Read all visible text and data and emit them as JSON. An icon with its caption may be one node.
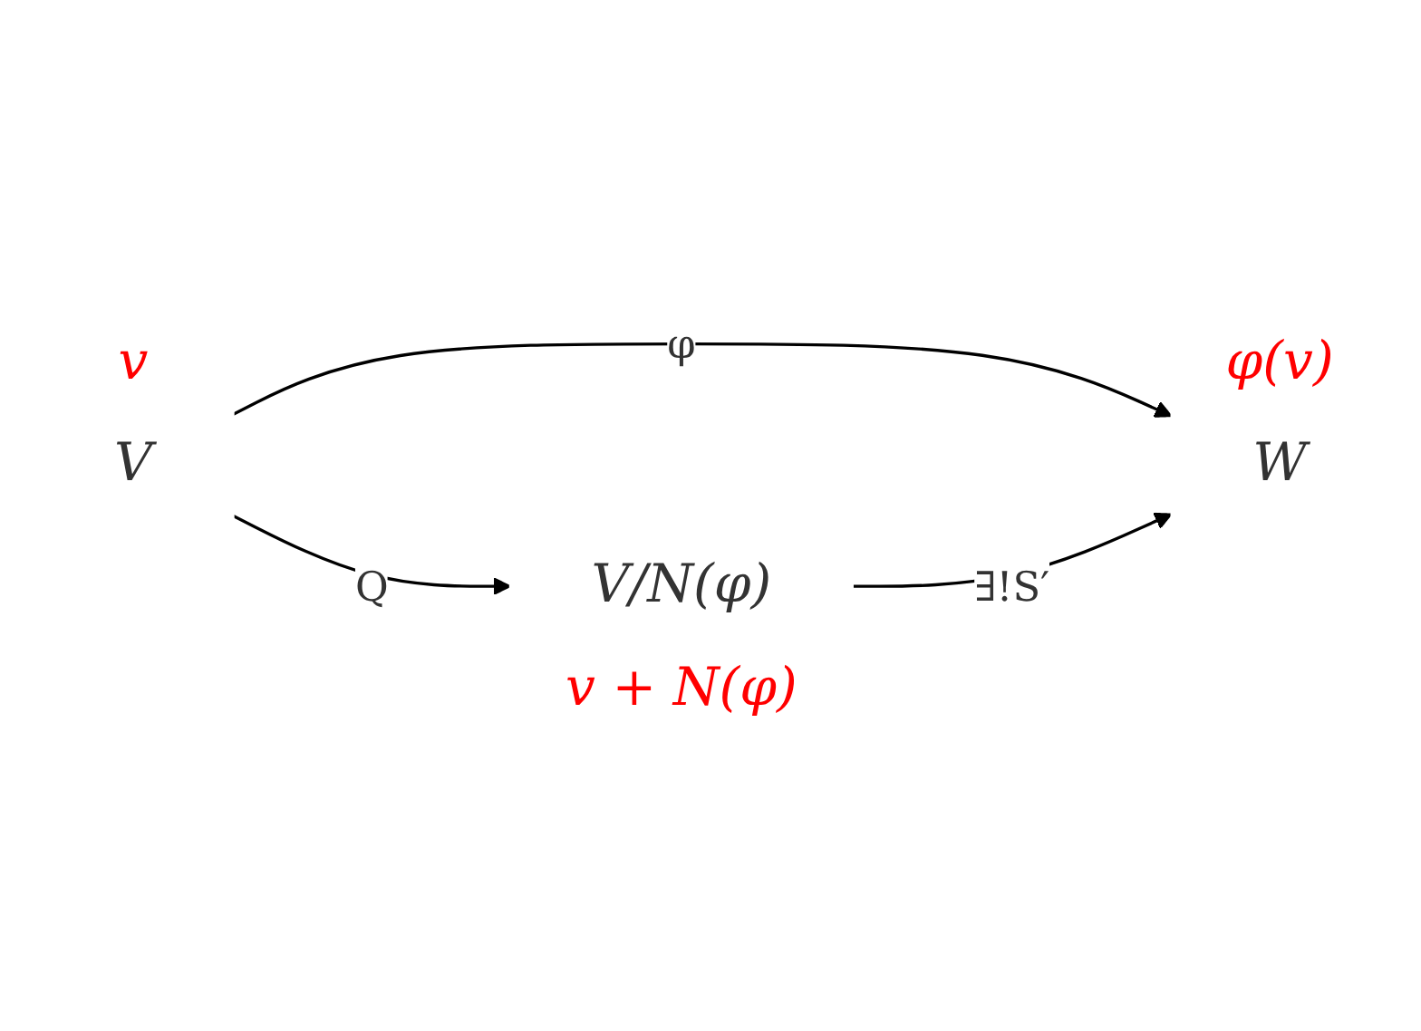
{
  "diagram": {
    "nodes": [
      {
        "text": [
          "V"
        ],
        "beside": [
          "v"
        ]
      },
      {
        "text": [
          "W"
        ],
        "beside": [
          "φ(v)"
        ]
      },
      {
        "text": [
          "V/N(φ)"
        ],
        "beside": [
          "v + N(φ)"
        ]
      }
    ],
    "edges": [
      {
        "from": 0,
        "to": 1,
        "arrow": "to",
        "label": "φ"
      },
      {
        "from": 0,
        "to": 2,
        "arrow": "to",
        "label": "Q"
      },
      {
        "from": 2,
        "to": 1,
        "arrow": "to",
        "label": "∃!S′"
      }
    ]
  }
}
